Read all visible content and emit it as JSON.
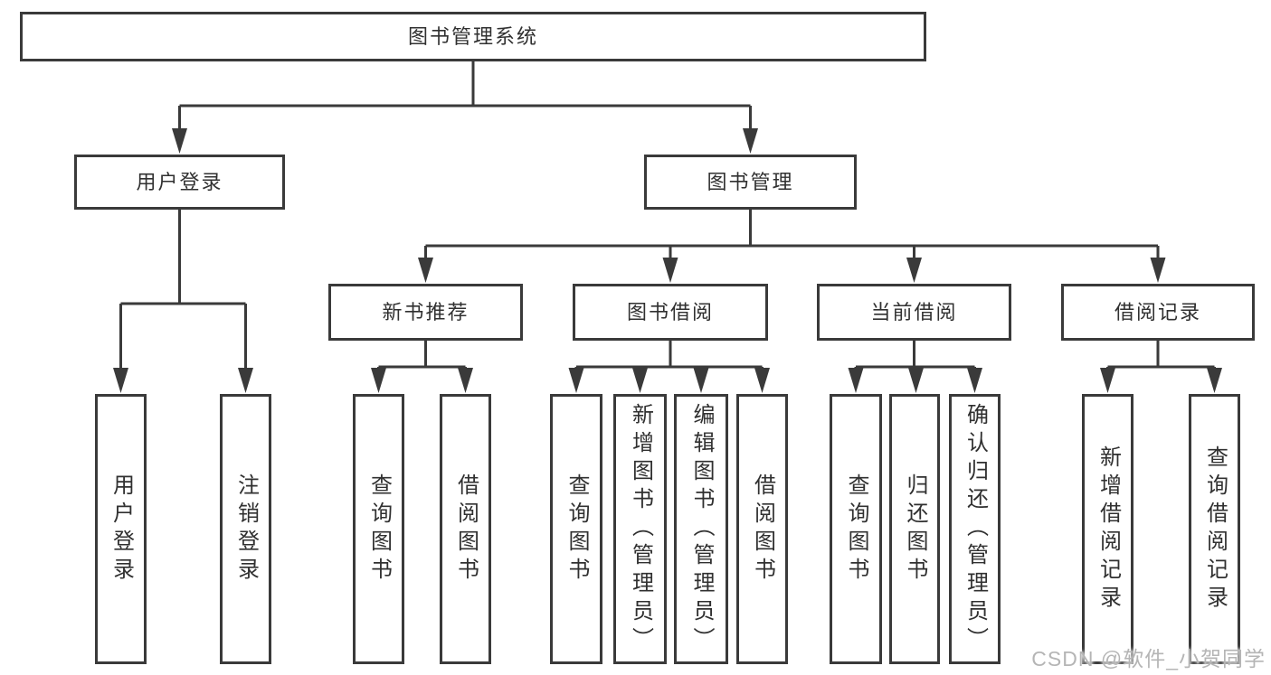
{
  "tree": {
    "root": {
      "label": "图书管理系统",
      "children": [
        {
          "label": "用户登录",
          "children": [
            {
              "label": "用户登录"
            },
            {
              "label": "注销登录"
            }
          ]
        },
        {
          "label": "图书管理",
          "children": [
            {
              "label": "新书推荐",
              "children": [
                {
                  "label": "查询图书"
                },
                {
                  "label": "借阅图书"
                }
              ]
            },
            {
              "label": "图书借阅",
              "children": [
                {
                  "label": "查询图书"
                },
                {
                  "label": "新增图书（管理员）"
                },
                {
                  "label": "编辑图书（管理员）"
                },
                {
                  "label": "借阅图书"
                }
              ]
            },
            {
              "label": "当前借阅",
              "children": [
                {
                  "label": "查询图书"
                },
                {
                  "label": "归还图书"
                },
                {
                  "label": "确认归还（管理员）"
                }
              ]
            },
            {
              "label": "借阅记录",
              "children": [
                {
                  "label": "新增借阅记录"
                },
                {
                  "label": "查询借阅记录"
                }
              ]
            }
          ]
        }
      ]
    }
  },
  "watermark": {
    "text": "CSDN @软件_小贺同学"
  },
  "colors": {
    "line": "#3a3a3a",
    "box_border": "#3a3a3a",
    "text": "#303030",
    "watermark": "#b5b5b5",
    "background": "#ffffff"
  }
}
